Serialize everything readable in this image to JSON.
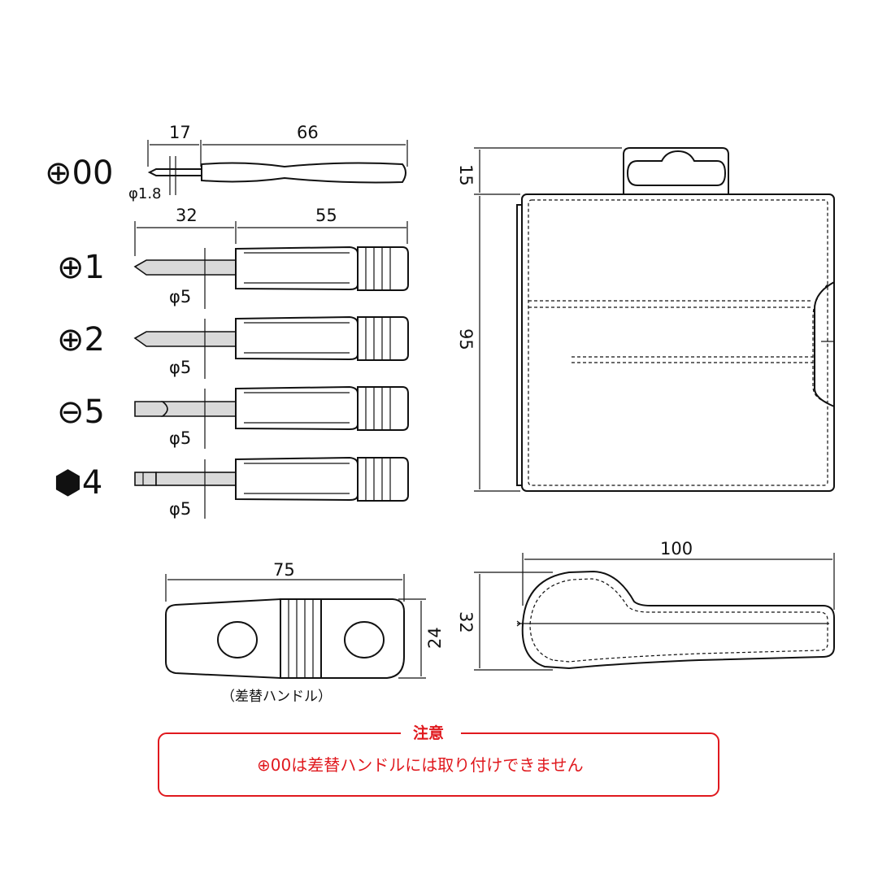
{
  "drivers": [
    {
      "label": "⊕00",
      "tip_icon": "phillips-icon"
    },
    {
      "label": "⊕1",
      "tip_icon": "phillips-icon"
    },
    {
      "label": "⊕2",
      "tip_icon": "phillips-icon"
    },
    {
      "label": "⊖5",
      "tip_icon": "slotted-icon"
    },
    {
      "label": "⬢4",
      "tip_icon": "hex-icon"
    }
  ],
  "dims": {
    "d00_tip_len": "17",
    "d00_handle_len": "66",
    "d00_diameter": "φ1.8",
    "tip_len": "32",
    "handle_len": "55",
    "shaft_diameter": "φ5",
    "case_hanger": "15",
    "case_height": "95",
    "case_width": "100",
    "case_thickness": "32",
    "handle_length": "75",
    "handle_width": "24"
  },
  "captions": {
    "handle_caption": "（差替ハンドル）"
  },
  "note": {
    "title": "注意",
    "text": "⊕00は差替ハンドルには取り付けできません",
    "color": "#e0191e"
  }
}
